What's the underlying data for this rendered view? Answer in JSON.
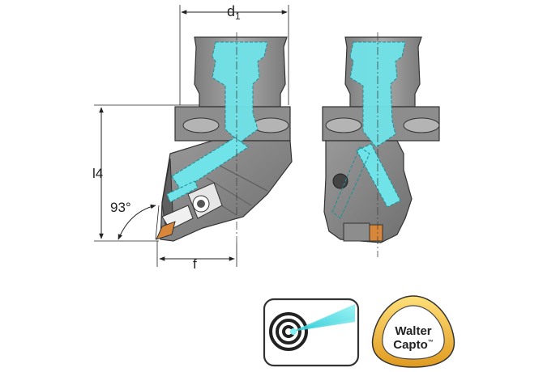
{
  "dimensions": {
    "d1": {
      "main": "d",
      "sub": "1"
    },
    "l4": "l4",
    "angle": "93°",
    "f": "f"
  },
  "badges": {
    "coolant": {
      "icon": "internal-coolant-icon"
    },
    "brand": {
      "line1": "Walter",
      "line2": "Capto",
      "tm": "™"
    }
  },
  "colors": {
    "body_gray": "#8c8c8c",
    "coolant": "#6fe3e8",
    "insert": "#d7863a",
    "badge_ring": "#f2b73a"
  }
}
